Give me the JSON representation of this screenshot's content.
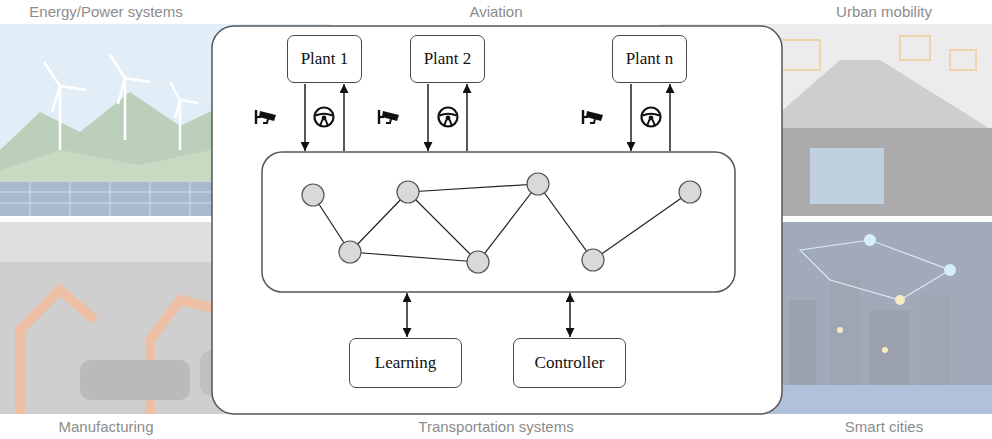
{
  "diagram": {
    "nodes": [
      {
        "text": [
          "Plant 1"
        ]
      },
      {
        "text": [
          "Plant 2"
        ]
      },
      {
        "text": [
          "Plant n"
        ]
      },
      {
        "text": [
          "Learning"
        ]
      },
      {
        "text": [
          "Controller"
        ]
      }
    ],
    "labels": [
      "Energy/Power systems",
      "Aviation",
      "Urban mobility",
      "Manufacturing",
      "Transportation systems",
      "Smart cities"
    ]
  }
}
